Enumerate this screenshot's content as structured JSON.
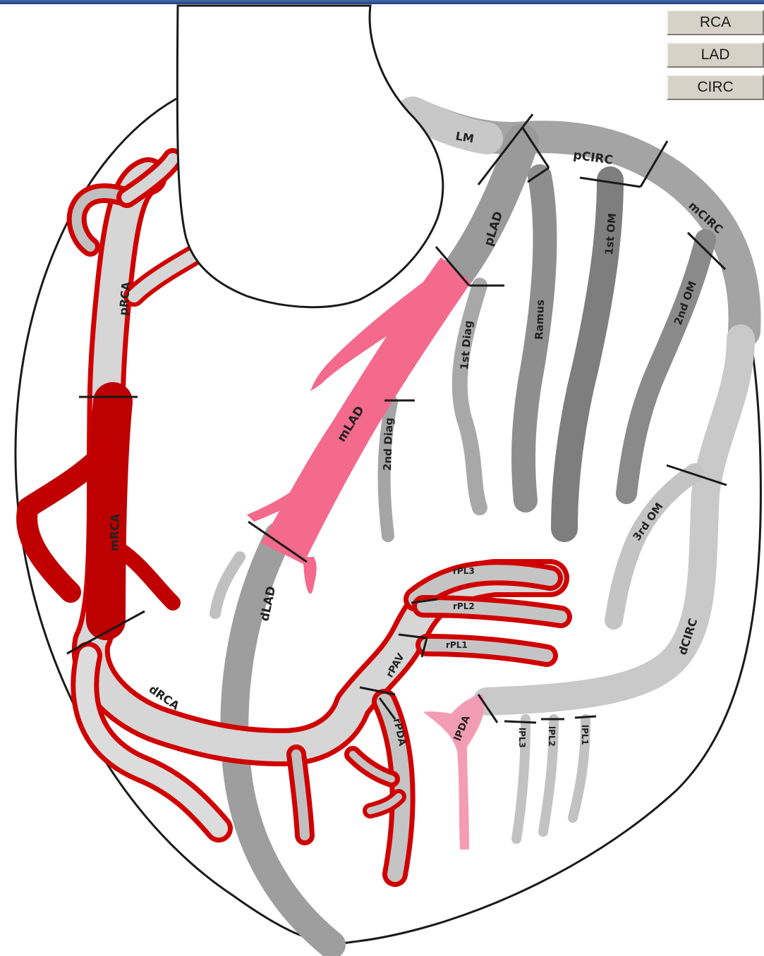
{
  "buttons": {
    "rca": "RCA",
    "lad": "LAD",
    "circ": "CIRC"
  },
  "labels": {
    "lm": "LM",
    "pcirc": "pCIRC",
    "mcirc": "mCIRC",
    "dcirc": "dCIRC",
    "plad": "pLAD",
    "mlad": "mLAD",
    "dlad": "dLAD",
    "diag1": "1st Diag",
    "diag2": "2nd Diag",
    "ramus": "Ramus",
    "om1": "1st OM",
    "om2": "2nd OM",
    "om3": "3rd OM",
    "prca": "pRCA",
    "mrca": "mRCA",
    "drca": "dRCA",
    "rpav": "rPAV",
    "rpda": "rPDA",
    "lpda": "lPDA",
    "rpl1": "rPL1",
    "rpl2": "rPL2",
    "rpl3": "rPL3",
    "lpl1": "lPL1",
    "lpl2": "lPL2",
    "lpl3": "lPL3"
  },
  "colors": {
    "rca_selected": "#c40000",
    "lad_highlight": "#f46a8c",
    "vessel_light": "#d2d2d2",
    "vessel_mid": "#b4b4b4",
    "vessel_dark": "#8c8c8c"
  }
}
